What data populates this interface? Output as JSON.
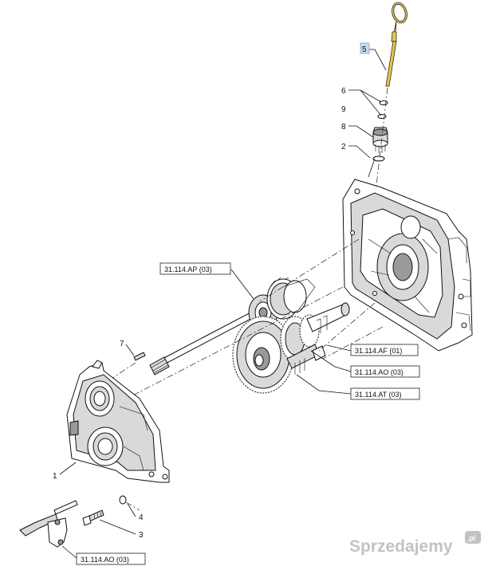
{
  "callouts": {
    "c1": "1",
    "c2": "2",
    "c3": "3",
    "c4": "4",
    "c5": "5",
    "c6": "6",
    "c7": "7",
    "c8": "8",
    "c9": "9"
  },
  "references": {
    "ap": "31.114.AP (03)",
    "af": "31.114.AF (01)",
    "ao_right": "31.114.AO (03)",
    "at": "31.114.AT (03)",
    "ao_bottom": "31.114.AO (03)"
  },
  "watermark": {
    "text": "Sprzedajemy",
    "suffix": ".pl"
  },
  "colors": {
    "dipstick_highlight": "#e8c84a",
    "callout_highlight": "#c9d9f2",
    "line": "#111111",
    "watermark": "#b8b8b8"
  }
}
